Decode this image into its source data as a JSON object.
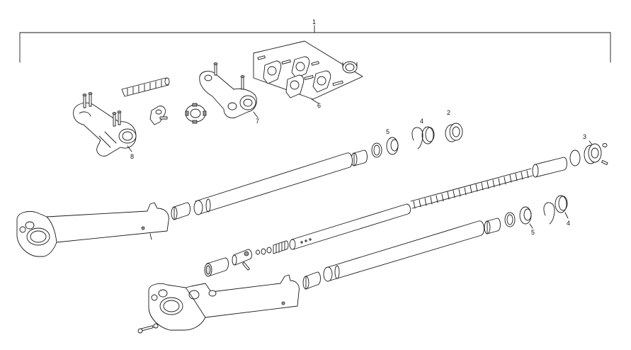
{
  "callouts": {
    "c1": "1",
    "c2": "2",
    "c3": "3",
    "c4a": "4",
    "c4b": "4",
    "c5a": "5",
    "c5b": "5",
    "c6": "6",
    "c7": "7",
    "c8": "8"
  },
  "colors": {
    "line": "#1a1a1a",
    "background": "#ffffff"
  }
}
